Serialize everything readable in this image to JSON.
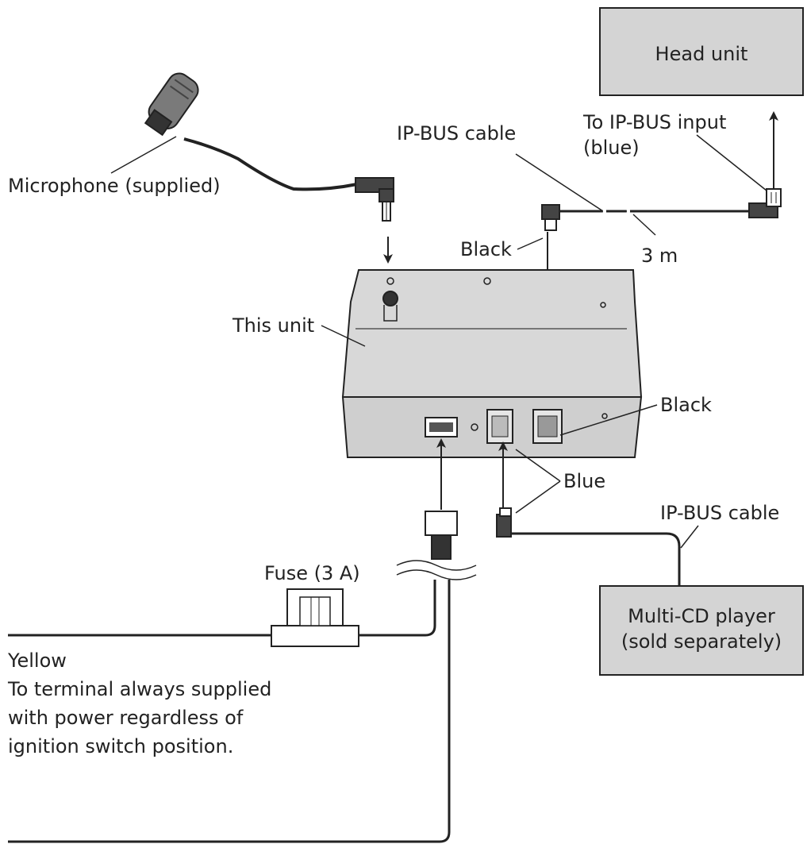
{
  "labels": {
    "head_unit": "Head unit",
    "to_ipbus_input_line1": "To IP-BUS input",
    "to_ipbus_input_line2": "(blue)",
    "ipbus_cable_top": "IP-BUS cable",
    "microphone": "Microphone (supplied)",
    "black_top": "Black",
    "cable_length": "3 m",
    "this_unit": "This unit",
    "black_right": "Black",
    "blue": "Blue",
    "ipbus_cable_bottom": "IP-BUS cable",
    "fuse": "Fuse (3 A)",
    "multi_cd_line1": "Multi-CD player",
    "multi_cd_line2": "(sold separately)",
    "yellow_note": [
      "Yellow",
      "To terminal always supplied",
      "with power regardless of",
      "ignition switch position."
    ]
  },
  "colors": {
    "box_fill": "#d4d4d4",
    "unit_fill": "#d8d8d8",
    "line": "#222222"
  }
}
